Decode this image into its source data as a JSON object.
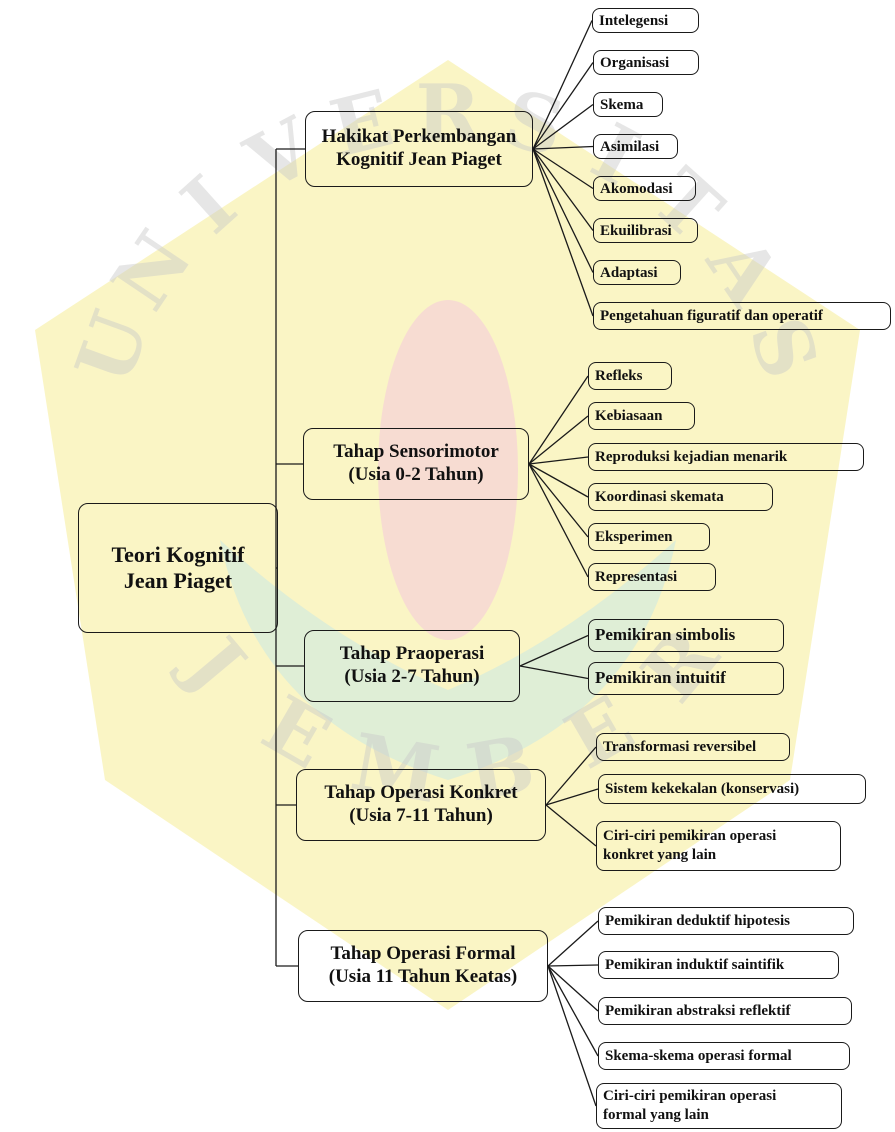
{
  "colors": {
    "stroke": "#1a1a1a",
    "text": "#111111",
    "watermark_yellow": "#f8f2b2",
    "watermark_pink": "#f6d6d4",
    "watermark_green": "#d9ecd8",
    "watermark_letters": "#c9c9c9"
  },
  "root": {
    "label": "Teori Kognitif\nJean Piaget"
  },
  "stages": [
    {
      "label": "Hakikat Perkembangan\nKognitif Jean Piaget",
      "children": [
        "Intelegensi",
        "Organisasi",
        "Skema",
        "Asimilasi",
        "Akomodasi",
        "Ekuilibrasi",
        "Adaptasi",
        "Pengetahuan figuratif dan operatif"
      ]
    },
    {
      "label": "Tahap Sensorimotor\n(Usia 0-2 Tahun)",
      "children": [
        "Refleks",
        "Kebiasaan",
        "Reproduksi kejadian menarik",
        "Koordinasi skemata",
        "Eksperimen",
        "Representasi"
      ]
    },
    {
      "label": "Tahap Praoperasi\n(Usia 2-7 Tahun)",
      "children": [
        "Pemikiran simbolis",
        "Pemikiran intuitif"
      ]
    },
    {
      "label": "Tahap Operasi Konkret\n(Usia 7-11 Tahun)",
      "children": [
        "Transformasi reversibel",
        "Sistem kekekalan (konservasi)",
        "Ciri-ciri pemikiran operasi\nkonkret yang lain"
      ]
    },
    {
      "label": "Tahap Operasi Formal\n(Usia 11 Tahun Keatas)",
      "children": [
        "Pemikiran deduktif hipotesis",
        "Pemikiran induktif saintifik",
        "Pemikiran abstraksi reflektif",
        "Skema-skema operasi formal",
        "Ciri-ciri pemikiran operasi\nformal yang lain"
      ]
    }
  ],
  "watermark": {
    "letters": [
      "U",
      "N",
      "I",
      "V",
      "E",
      "R",
      "S",
      "I",
      "T",
      "A",
      "S",
      "J",
      "E",
      "M",
      "B",
      "E",
      "R"
    ]
  }
}
